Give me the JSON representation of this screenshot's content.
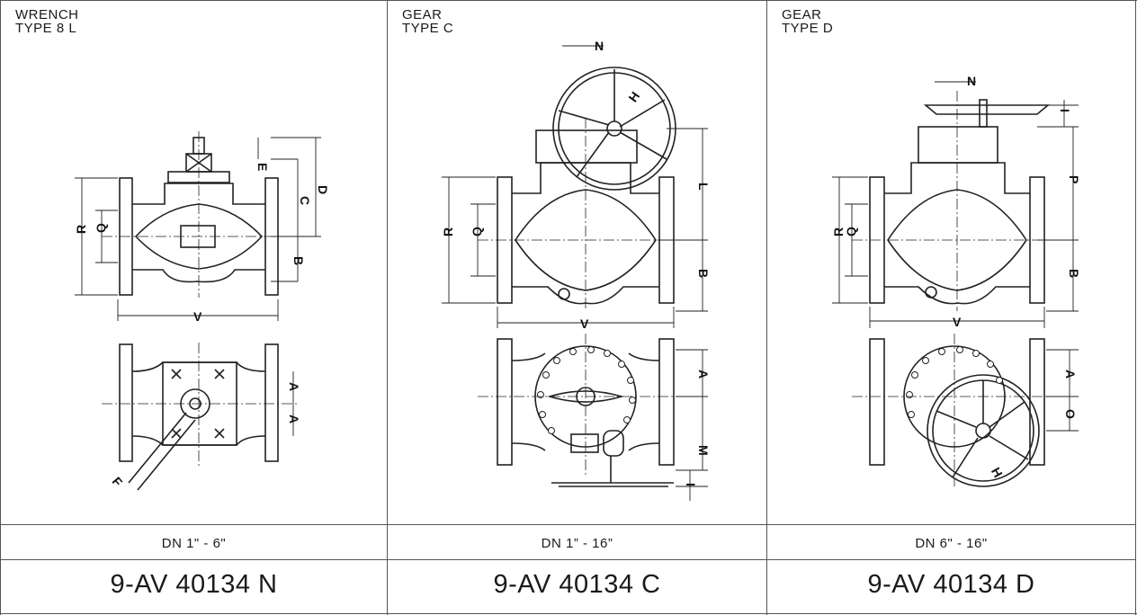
{
  "columns": [
    {
      "title_line1": "WRENCH",
      "title_line2": "TYPE 8 L",
      "size_range": "DN 1\" - 6\"",
      "model_code": "9-AV 40134 N",
      "labels": [
        "E",
        "C",
        "D",
        "R",
        "Q",
        "B",
        "V",
        "A",
        "A",
        "F"
      ]
    },
    {
      "title_line1": "GEAR",
      "title_line2": "TYPE C",
      "size_range": "DN 1” - 16”",
      "model_code": "9-AV 40134 C",
      "labels": [
        "N",
        "H",
        "L",
        "R",
        "Q",
        "B",
        "V",
        "A",
        "M",
        "I"
      ]
    },
    {
      "title_line1": "GEAR",
      "title_line2": "TYPE D",
      "size_range": "DN 6\" - 16\"",
      "model_code": "9-AV 40134 D",
      "labels": [
        "N",
        "I",
        "P",
        "R",
        "Q",
        "B",
        "V",
        "A",
        "O",
        "H"
      ]
    }
  ]
}
